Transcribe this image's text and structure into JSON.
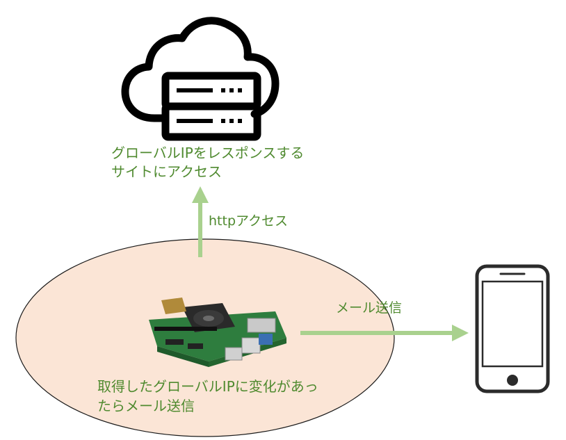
{
  "cloud_caption": {
    "line1": "グローバルIPをレスポンスする",
    "line2": "サイトにアクセス"
  },
  "http_label": "httpアクセス",
  "mail_label": "メール送信",
  "pi_caption": {
    "line1": "取得したグローバルIPに変化があっ",
    "line2": "たらメール送信"
  },
  "icons": {
    "cloud": "cloud-server-icon",
    "device": "raspberry-pi-board",
    "phone": "smartphone-icon"
  },
  "colors": {
    "text": "#4f8a2f",
    "arrow": "#a9d18e",
    "ellipse_fill": "#fbe5d6",
    "outline": "#1a1a1a"
  }
}
